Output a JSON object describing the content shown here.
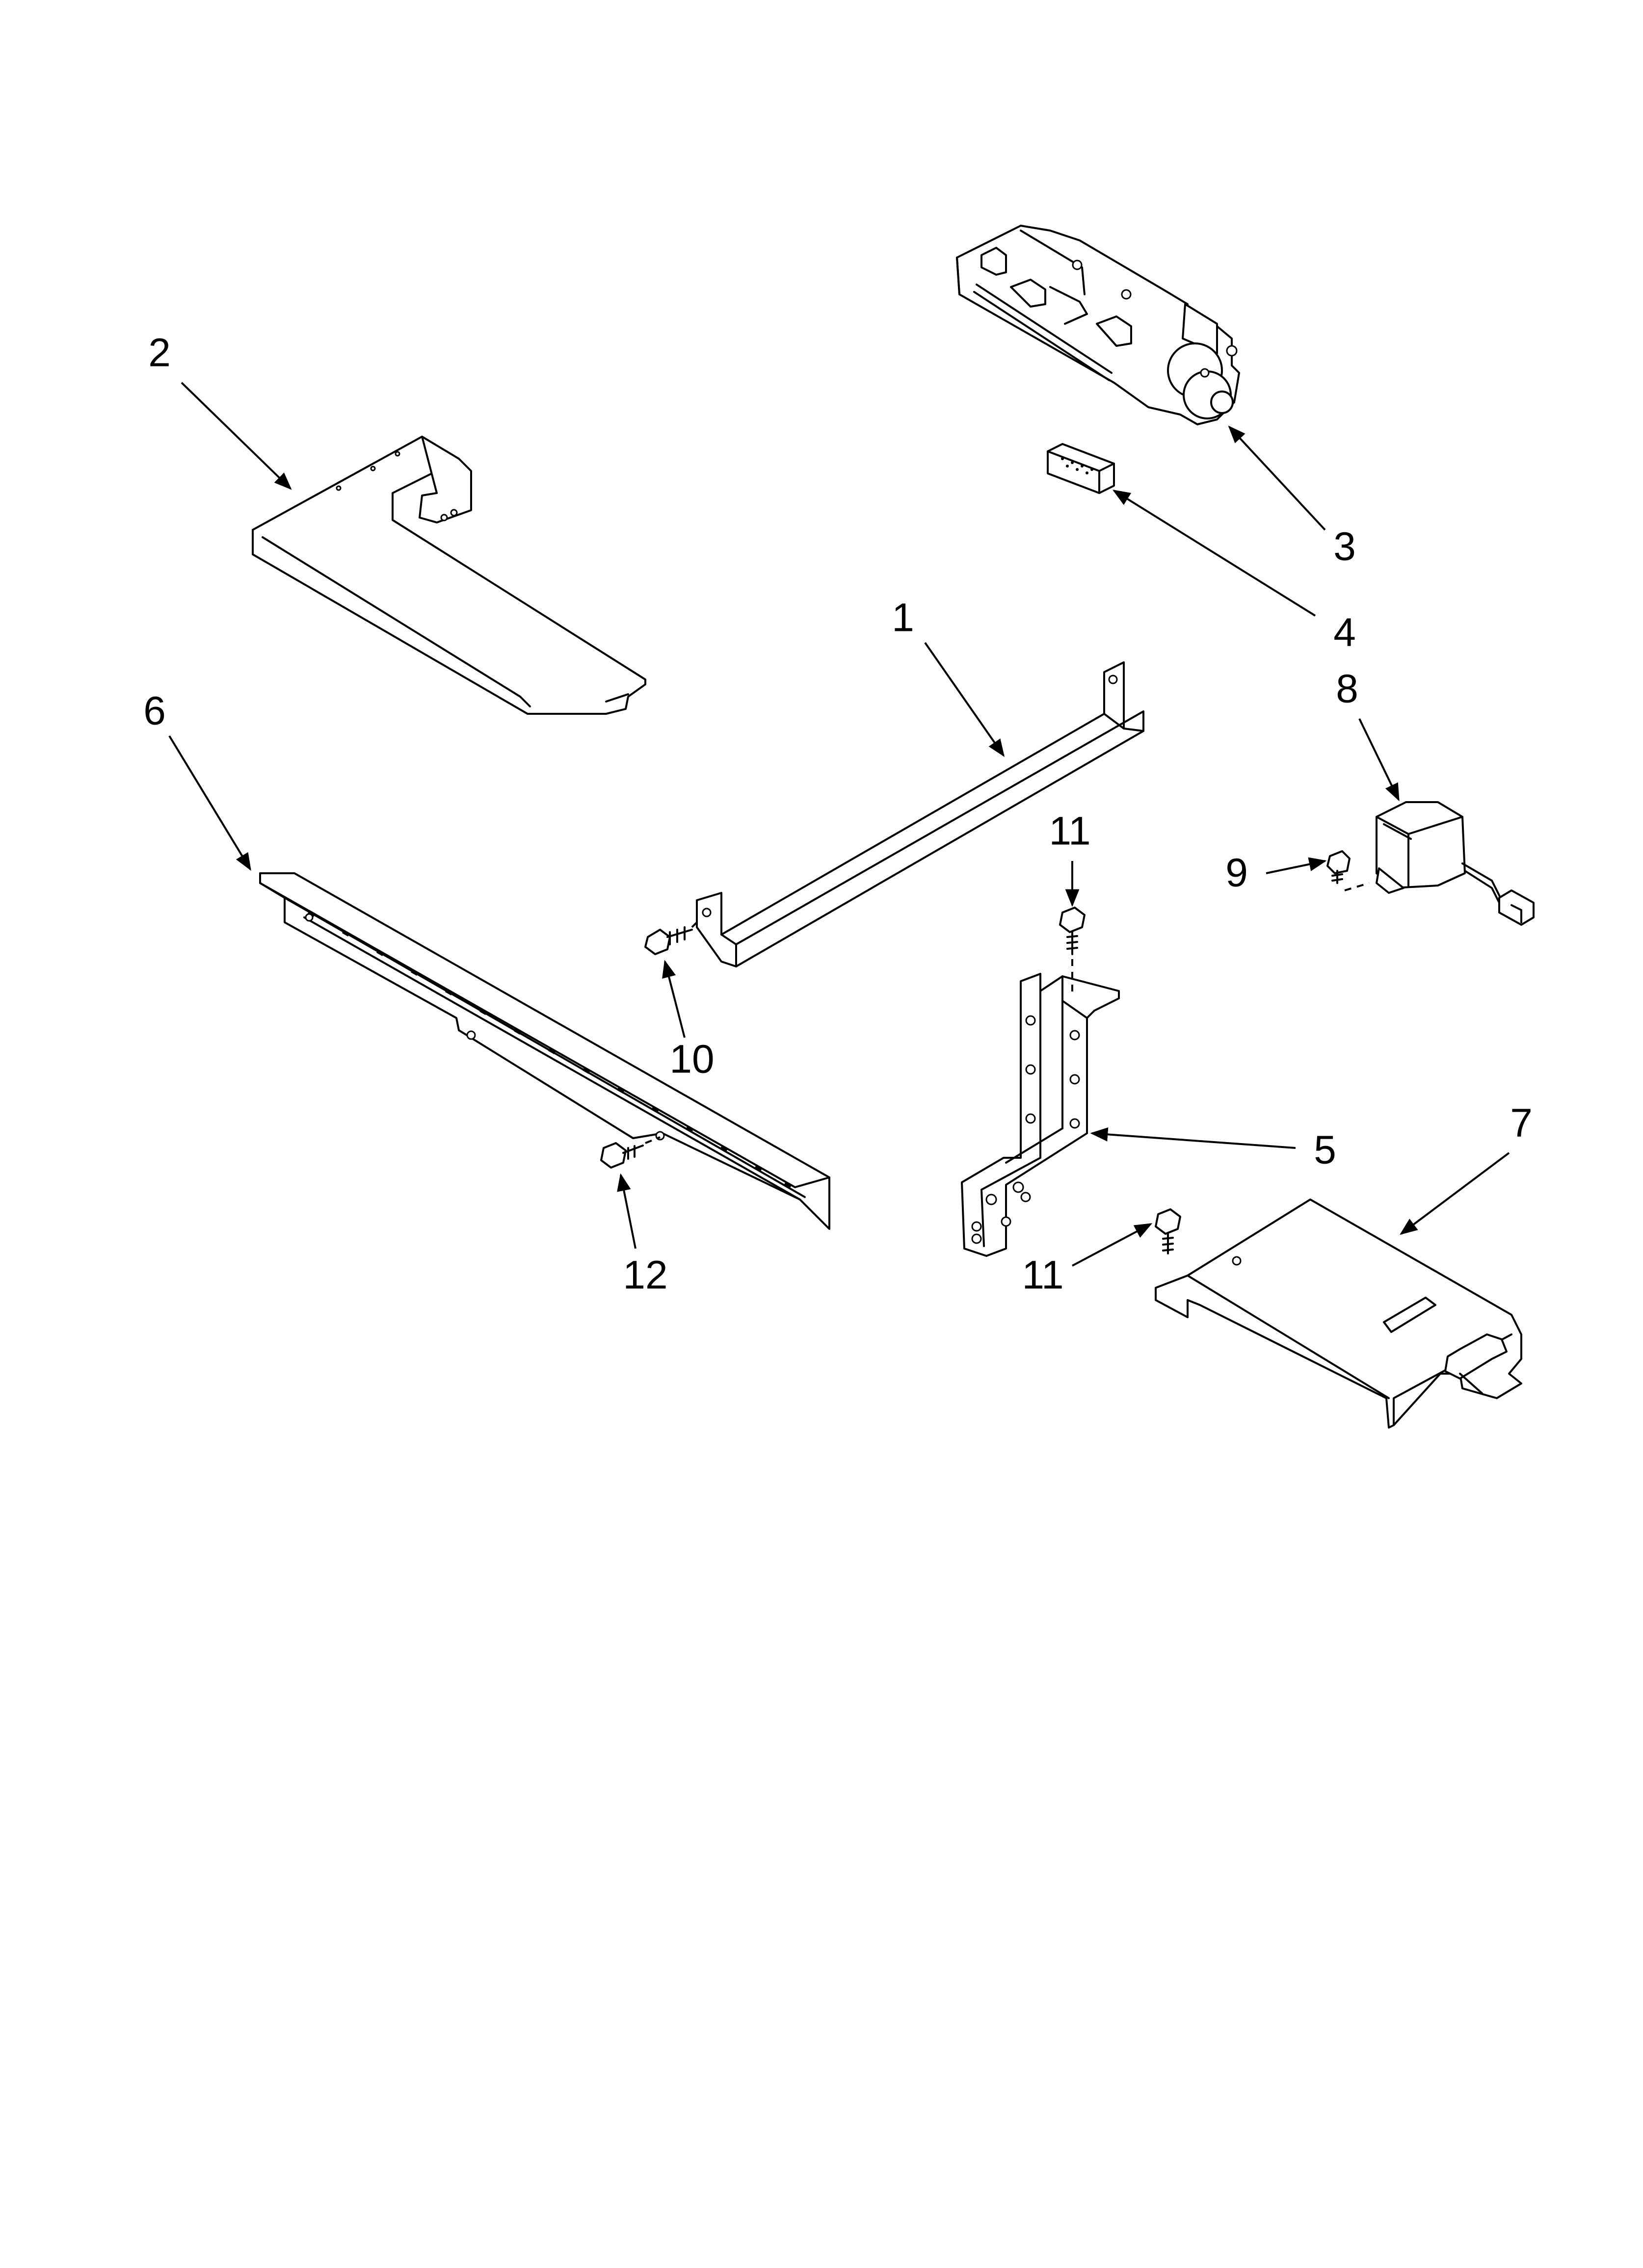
{
  "diagram": {
    "callouts": [
      {
        "id": "1",
        "label": "1"
      },
      {
        "id": "2",
        "label": "2"
      },
      {
        "id": "3",
        "label": "3"
      },
      {
        "id": "4",
        "label": "4"
      },
      {
        "id": "5",
        "label": "5"
      },
      {
        "id": "6",
        "label": "6"
      },
      {
        "id": "7",
        "label": "7"
      },
      {
        "id": "8",
        "label": "8"
      },
      {
        "id": "9",
        "label": "9"
      },
      {
        "id": "10",
        "label": "10"
      },
      {
        "id": "11a",
        "label": "11"
      },
      {
        "id": "11b",
        "label": "11"
      },
      {
        "id": "12",
        "label": "12"
      }
    ],
    "colors": {
      "ink": "#000000",
      "paper": "#ffffff"
    }
  }
}
